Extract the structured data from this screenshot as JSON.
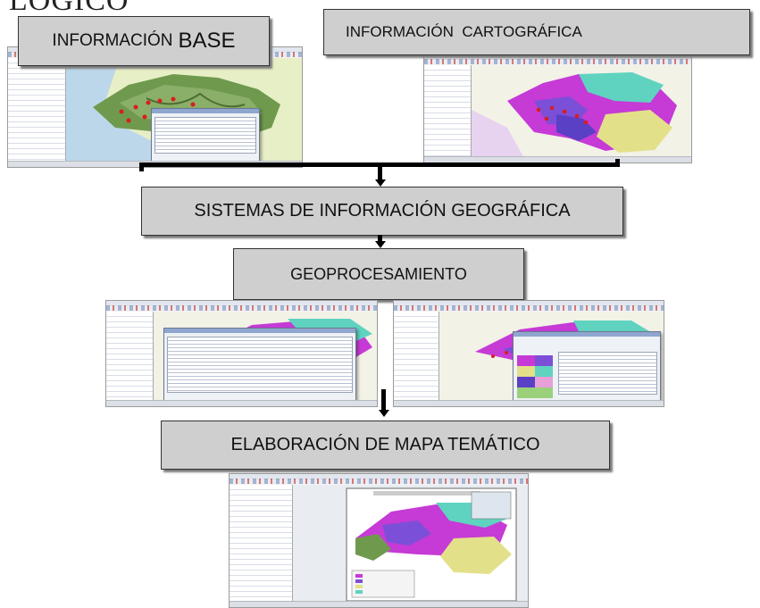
{
  "page": {
    "top_heading": "LÓGICO"
  },
  "steps": {
    "informacion_base": {
      "label_a": "INFORMACIÓN",
      "label_b": "BASE"
    },
    "informacion_cartografica": {
      "label": "INFORMACIÓN  CARTOGRÁFICA"
    },
    "sig": {
      "label": "SISTEMAS DE INFORMACIÓN GEOGRÁFICA"
    },
    "geoprocesamiento": {
      "label": "GEOPROCESAMIENTO"
    },
    "elaboracion": {
      "label": "ELABORACIÓN DE MAPA TEMÁTICO"
    }
  },
  "colors": {
    "box_fill": "#cfcfcf",
    "connector": "#000000",
    "map_green": "#6f9a4e",
    "map_magenta": "#c63ad6",
    "map_purple": "#7c4fd8",
    "map_teal": "#5fd3c0",
    "map_yellow": "#e3e08a"
  },
  "icons": [
    "arrow-down-icon"
  ]
}
